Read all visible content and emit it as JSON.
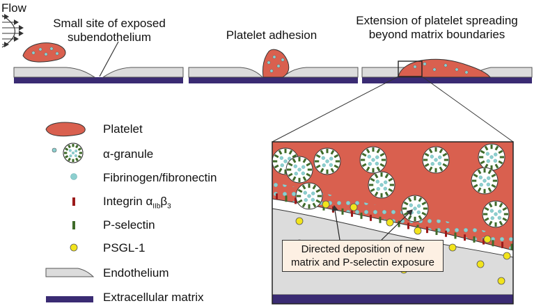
{
  "top": {
    "flow_label": "Flow",
    "stage1_line1": "Small site of exposed",
    "stage1_line2": "subendothelium",
    "stage2_label": "Platelet adhesion",
    "stage3_line1": "Extension of platelet spreading",
    "stage3_line2": "beyond matrix boundaries"
  },
  "legend": [
    {
      "icon": "platelet-icon",
      "label": "Platelet"
    },
    {
      "icon": "alpha-granule-icon",
      "label": "α-granule"
    },
    {
      "icon": "fibrinogen-dot-icon",
      "label": "Fibrinogen/fibronectin"
    },
    {
      "icon": "integrin-bar-icon",
      "label": "Integrin"
    },
    {
      "icon": "p-selectin-bar-icon",
      "label": "P-selectin"
    },
    {
      "icon": "psgl1-dot-icon",
      "label": "PSGL-1"
    },
    {
      "icon": "endothelium-icon",
      "label": "Endothelium"
    },
    {
      "icon": "extracellular-matrix-icon",
      "label": "Extracellular matrix"
    }
  ],
  "integrin_symbol": {
    "alpha": "α",
    "alpha_sub": "IIb",
    "beta": "β",
    "beta_sub": "3"
  },
  "callout": {
    "line1": "Directed deposition of new",
    "line2": "matrix and P-selectin exposure"
  },
  "colors": {
    "platelet": "#d9604f",
    "granule_dot": "#8ccfcf",
    "integrin": "#9b1a1a",
    "p_selectin": "#3f6b2a",
    "psgl1": "#f2e41c",
    "endothelium": "#dcdcdc",
    "matrix": "#3a2b73",
    "callout_bg": "#fdf0e3"
  }
}
